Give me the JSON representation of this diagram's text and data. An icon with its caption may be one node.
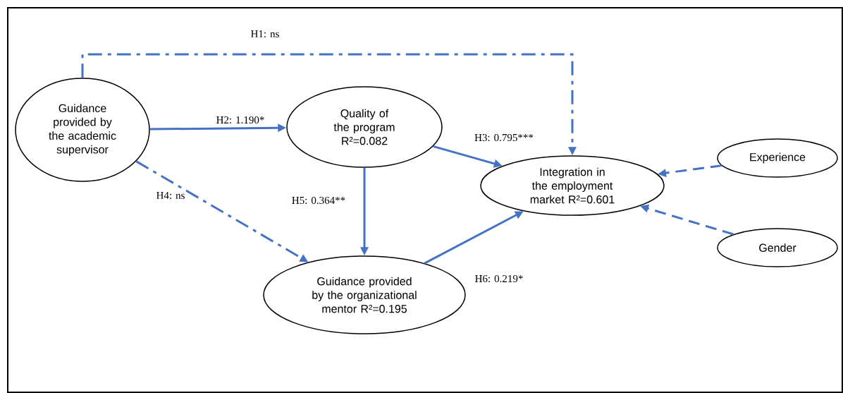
{
  "diagram": {
    "nodes": [
      {
        "text": [
          "Guidance provided by the academic supervisor"
        ]
      },
      {
        "text": [
          "Quality of the program R²=0.082"
        ]
      },
      {
        "text": [
          "Integration in the employment market R²=0.601"
        ]
      },
      {
        "text": [
          "Experience"
        ]
      },
      {
        "text": [
          "Gender"
        ]
      },
      {
        "text": [
          "Guidance provided by the organizational mentor R²=0.195"
        ]
      }
    ],
    "edges": [
      {
        "from": 0,
        "to": 2,
        "arrow": "to",
        "label": "H1: ns",
        "style": "dashed"
      },
      {
        "from": 0,
        "to": 1,
        "arrow": "to",
        "label": "H2: 1.190*"
      },
      {
        "from": 1,
        "to": 2,
        "arrow": "to",
        "label": "H3: 0.795***"
      },
      {
        "from": 0,
        "to": 5,
        "arrow": "to",
        "label": "H4: ns",
        "style": "dashed"
      },
      {
        "from": 1,
        "to": 5,
        "arrow": "to",
        "label": "H5: 0.364**"
      },
      {
        "from": 5,
        "to": 2,
        "arrow": "to",
        "label": "H6: 0.219*"
      },
      {
        "from": 3,
        "to": 2,
        "arrow": "to",
        "style": "dashed"
      },
      {
        "from": 4,
        "to": 2,
        "arrow": "to",
        "style": "dashed"
      }
    ]
  }
}
